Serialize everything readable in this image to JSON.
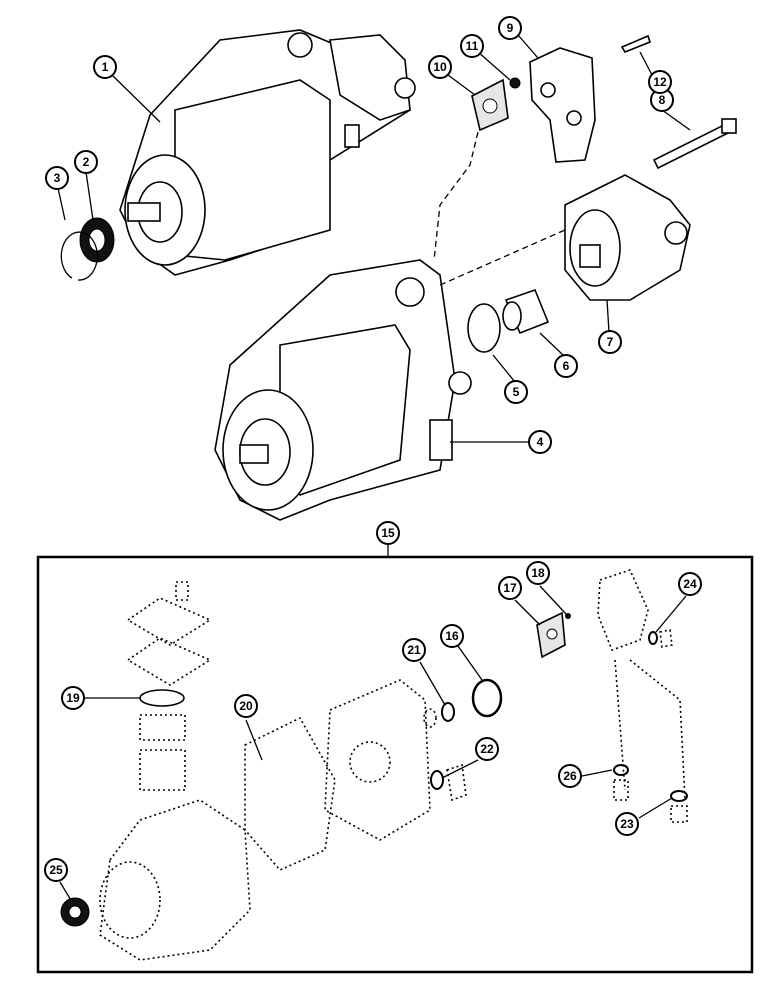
{
  "callouts": {
    "c1": "1",
    "c2": "2",
    "c3": "3",
    "c4": "4",
    "c5": "5",
    "c6": "6",
    "c7": "7",
    "c8": "8",
    "c9": "9",
    "c10": "10",
    "c11": "11",
    "c12": "12",
    "c15": "15",
    "c16": "16",
    "c17": "17",
    "c18": "18",
    "c19": "19",
    "c20": "20",
    "c21": "21",
    "c22": "22",
    "c23": "23",
    "c24": "24",
    "c25": "25",
    "c26": "26"
  }
}
